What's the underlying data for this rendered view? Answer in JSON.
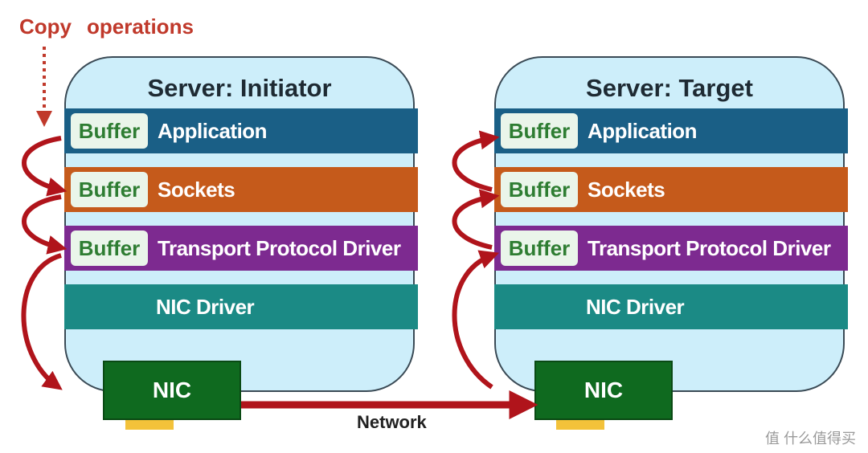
{
  "labels": {
    "copy": "Copy",
    "operations": "operations",
    "network": "Network",
    "watermark": "值 什么值得买"
  },
  "initiator": {
    "title": "Server: Initiator",
    "buffer": "Buffer",
    "layers": [
      "Application",
      "Sockets",
      "Transport Protocol Driver",
      "NIC Driver"
    ],
    "nic": "NIC"
  },
  "target": {
    "title": "Server: Target",
    "buffer": "Buffer",
    "layers": [
      "Application",
      "Sockets",
      "Transport Protocol Driver",
      "NIC Driver"
    ],
    "nic": "NIC"
  },
  "colors": {
    "application": "#1a5f86",
    "sockets": "#c55a1b",
    "transport": "#7d2a90",
    "nic_driver": "#1b8a85",
    "nic": "#0f6a1f",
    "arrow": "#b0141b",
    "server_bg": "#cdeefa"
  }
}
